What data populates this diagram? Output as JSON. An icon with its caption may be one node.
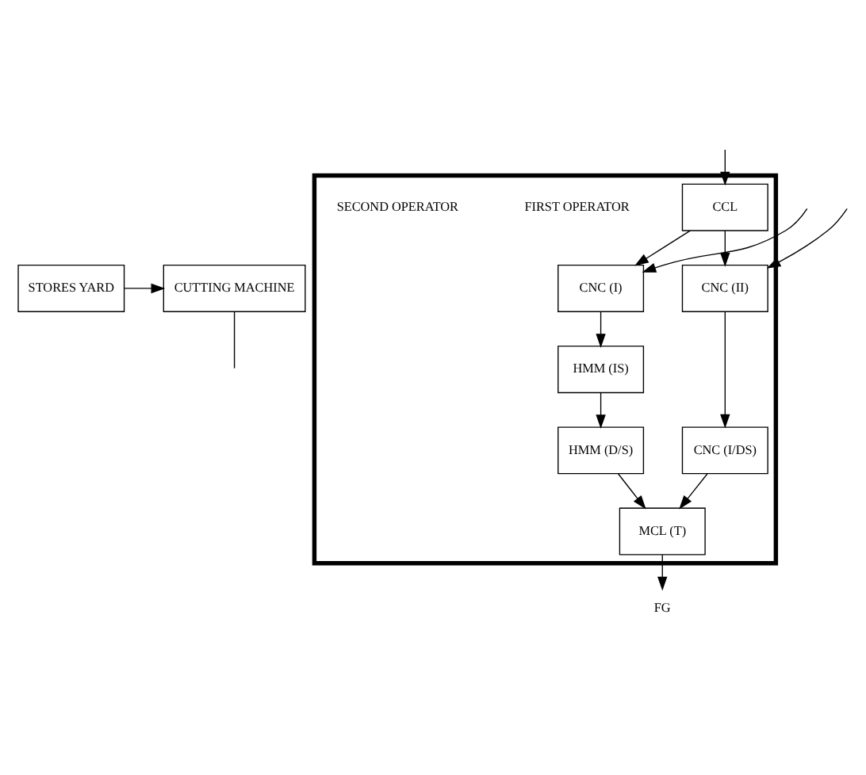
{
  "diagram": {
    "nodes": [
      {
        "text": [
          "STORES YARD"
        ]
      },
      {
        "text": [
          "CUTTING MACHINE"
        ]
      },
      {
        "text": [],
        "shape": "box"
      },
      {
        "text": [
          "HMM (IS)"
        ],
        "in": 2
      },
      {
        "text": [
          "HMM (D/S)"
        ],
        "in": 2
      },
      {
        "text": [
          "CNC (I)"
        ],
        "in": 2
      },
      {
        "text": [
          "MCL (T)"
        ],
        "in": 2
      },
      {
        "text": [
          "CCL"
        ],
        "in": 2
      },
      {
        "text": [
          "CNC (II)"
        ],
        "in": 2
      },
      {
        "text": [
          "CNC (I/DS)"
        ],
        "in": 2
      },
      {
        "text": [
          "FG"
        ]
      }
    ],
    "edges": [
      {
        "from": 0,
        "to": 1,
        "arrow": "to"
      },
      {
        "from": 1,
        "to": null,
        "arrow": "none"
      },
      {
        "from": 5,
        "to": 3,
        "arrow": "to"
      },
      {
        "from": 3,
        "to": 4,
        "arrow": "to"
      },
      {
        "from": 4,
        "to": 6,
        "arrow": "to"
      },
      {
        "from": 7,
        "to": 5,
        "arrow": "to"
      },
      {
        "from": 7,
        "to": 8,
        "arrow": "to"
      },
      {
        "from": 8,
        "to": 9,
        "arrow": "to"
      },
      {
        "from": 9,
        "to": 6,
        "arrow": "to"
      },
      {
        "from": null,
        "to": 5,
        "arrow": "to"
      },
      {
        "from": null,
        "to": 7,
        "arrow": "to"
      },
      {
        "from": null,
        "to": 8,
        "arrow": "to"
      },
      {
        "from": 6,
        "to": 10,
        "arrow": "to"
      }
    ],
    "labels": [
      "FIRST OPERATOR",
      "SECOND OPERATOR"
    ]
  }
}
